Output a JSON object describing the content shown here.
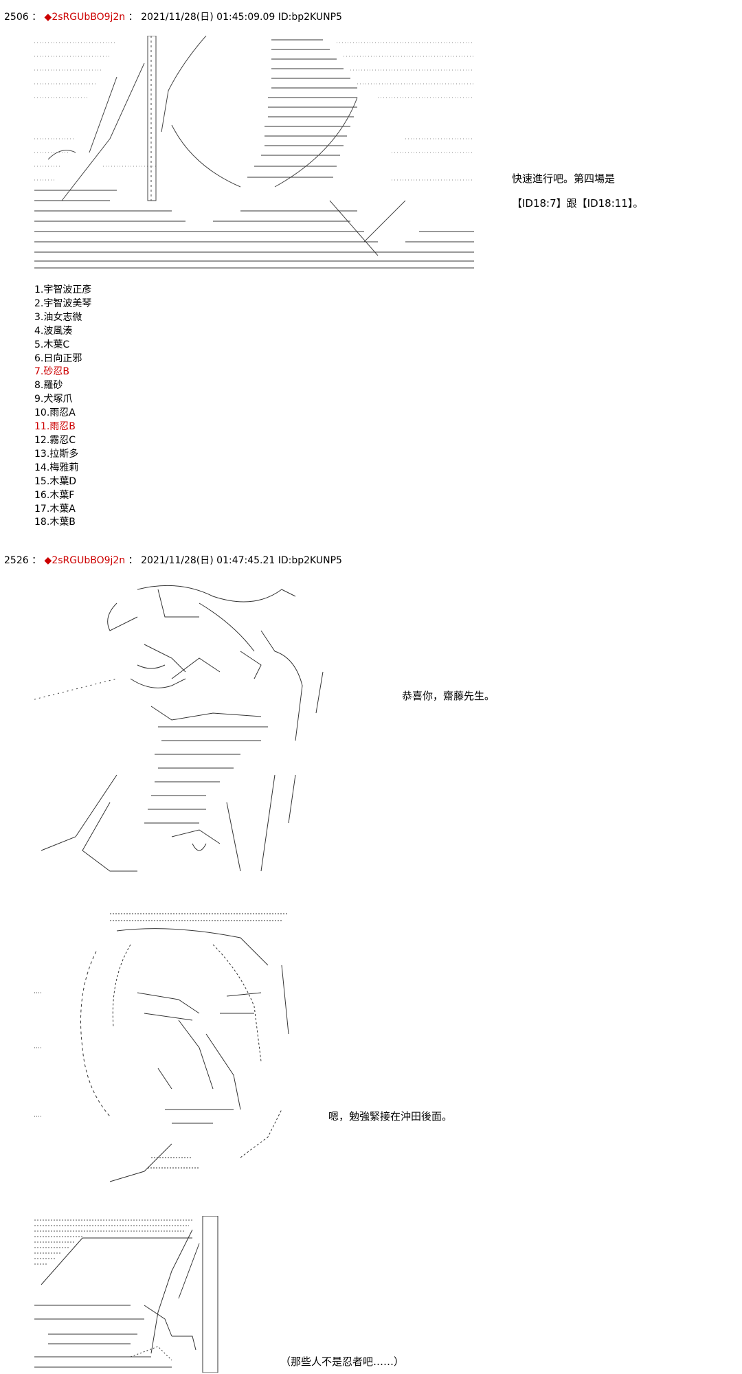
{
  "posts": [
    {
      "number": "2506",
      "sep": "：",
      "trip": "◆2sRGUbBO9j2n",
      "sep2": "：",
      "date": "2021/11/28(日) 01:45:09.09 ID:bp2KUNP5",
      "dialogue": [
        "快速進行吧。第四場是",
        "【ID18:7】跟【ID18:11】。"
      ],
      "list": [
        {
          "text": "1.宇智波正彥",
          "highlight": false
        },
        {
          "text": "2.宇智波美琴",
          "highlight": false
        },
        {
          "text": "3.油女志微",
          "highlight": false
        },
        {
          "text": "4.波風湊",
          "highlight": false
        },
        {
          "text": "5.木葉C",
          "highlight": false
        },
        {
          "text": "6.日向正邪",
          "highlight": false
        },
        {
          "text": "7.砂忍B",
          "highlight": true
        },
        {
          "text": "8.羅砂",
          "highlight": false
        },
        {
          "text": "9.犬塚爪",
          "highlight": false
        },
        {
          "text": "10.雨忍A",
          "highlight": false
        },
        {
          "text": "11.雨忍B",
          "highlight": true
        },
        {
          "text": "12.霧忍C",
          "highlight": false
        },
        {
          "text": "13.拉斯多",
          "highlight": false
        },
        {
          "text": "14.梅雅莉",
          "highlight": false
        },
        {
          "text": "15.木葉D",
          "highlight": false
        },
        {
          "text": "16.木葉F",
          "highlight": false
        },
        {
          "text": "17.木葉A",
          "highlight": false
        },
        {
          "text": "18.木葉B",
          "highlight": false
        }
      ]
    },
    {
      "number": "2526",
      "sep": "：",
      "trip": "◆2sRGUbBO9j2n",
      "sep2": "：",
      "date": "2021/11/28(日) 01:47:45.21 ID:bp2KUNP5",
      "dialogue": [
        "恭喜你，齋藤先生。",
        "嗯，勉強緊接在沖田後面。",
        "（那些人不是忍者吧……）"
      ]
    }
  ],
  "colors": {
    "trip": "#cc0000",
    "highlight": "#cc0000",
    "art": "#222222"
  }
}
